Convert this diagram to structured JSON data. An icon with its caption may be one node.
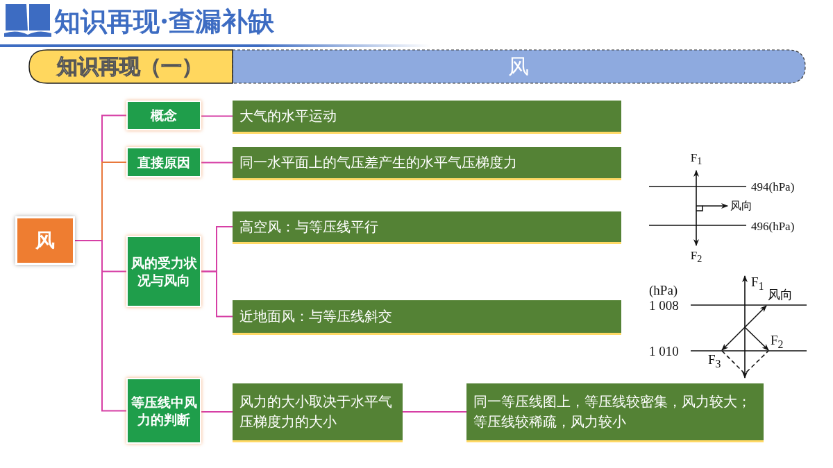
{
  "diagram": {
    "title": "知识再现·查漏补缺",
    "nodes": [
      {
        "text": [
          "风"
        ]
      },
      {
        "text": [
          "概念"
        ]
      },
      {
        "text": [
          "直接原因"
        ]
      },
      {
        "text": [
          "风的受力状况与风向"
        ]
      },
      {
        "text": [
          "等压线中风力的判断"
        ]
      },
      {
        "text": [
          "大气的水平运动"
        ]
      },
      {
        "text": [
          "同一水平面上的气压差产生的水平气压梯度力"
        ]
      },
      {
        "text": [
          "高空风：与等压线平行"
        ]
      },
      {
        "text": [
          "近地面风：与等压线斜交"
        ]
      },
      {
        "text": [
          "风力的大小取决于水平气压梯度力的大小"
        ]
      },
      {
        "text": [
          "同一等压线图上，等压线较密集，风力较大；等压线较稀疏，风力较小"
        ]
      }
    ],
    "edges": [
      {
        "from": 0,
        "to": 1,
        "arrow": "none"
      },
      {
        "from": 0,
        "to": 2,
        "arrow": "none",
        "color": "#e8783c"
      },
      {
        "from": 0,
        "to": 3,
        "arrow": "none"
      },
      {
        "from": 0,
        "to": 4,
        "arrow": "none"
      },
      {
        "from": 1,
        "to": 5,
        "arrow": "none"
      },
      {
        "from": 2,
        "to": 6,
        "arrow": "none"
      },
      {
        "from": 3,
        "to": 7,
        "arrow": "none"
      },
      {
        "from": 3,
        "to": 8,
        "arrow": "none"
      },
      {
        "from": 4,
        "to": 9,
        "arrow": "none"
      },
      {
        "from": 9,
        "to": 10,
        "arrow": "none"
      }
    ],
    "labels": [
      "知识再现（一）",
      "风",
      "F$_{1}$",
      "494(hPa)",
      "风向",
      "496(hPa)",
      "F$_{2}$",
      "(hPa)",
      "1 008",
      "F$_{1}$",
      "风向",
      "1 010",
      "F$_{2}$",
      "F$_{3}$"
    ]
  }
}
